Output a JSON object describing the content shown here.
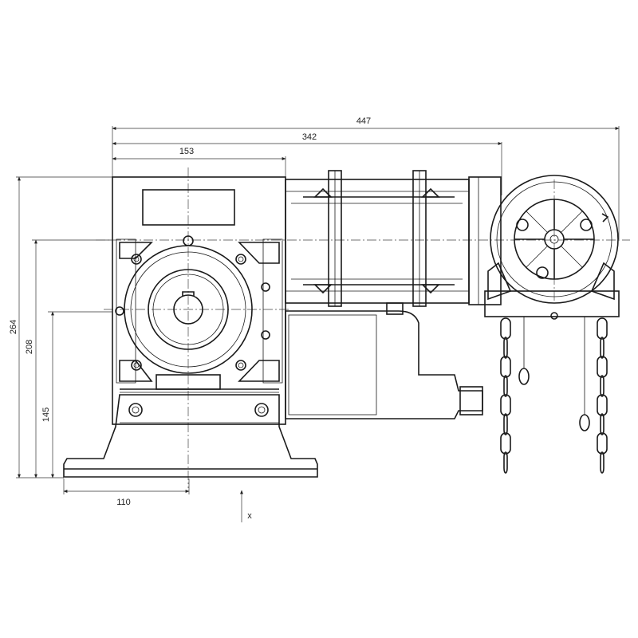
{
  "dimensions": {
    "overall_length": "447",
    "gearbox_to_flange_length": "342",
    "gearbox_width": "153",
    "total_height": "264",
    "center_height_upper": "208",
    "shaft_center_height": "145",
    "base_offset": "110"
  },
  "axis_label": "x"
}
